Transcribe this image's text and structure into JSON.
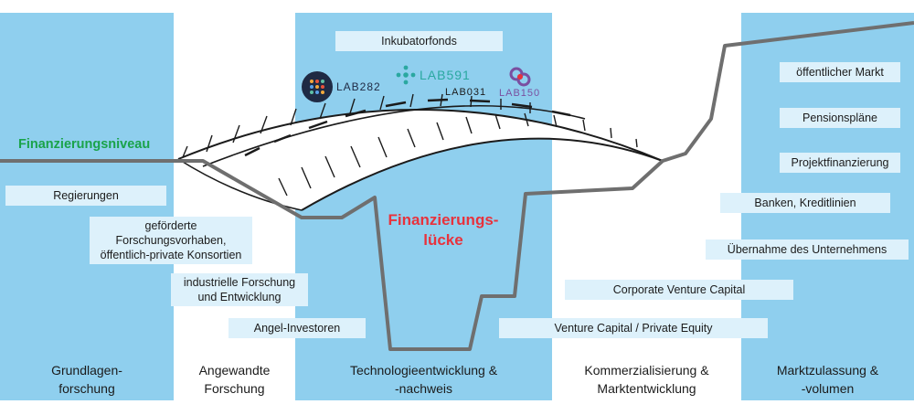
{
  "stages": [
    {
      "label": "Grundlagen-\nforschung"
    },
    {
      "label": "Angewandte\nForschung"
    },
    {
      "label": "Technologieentwicklung &\n-nachweis"
    },
    {
      "label": "Kommerzialisierung &\nMarktentwicklung"
    },
    {
      "label": "Marktzulassung &\n-volumen"
    }
  ],
  "funding_level_label": "Finanzierungsniveau",
  "gap_label": "Finanzierungs-\nlücke",
  "sources": {
    "regierungen": "Regierungen",
    "gefoerderte": "geförderte\nForschungsvorhaben,\nöffentlich-private Konsortien",
    "industrielle": "industrielle Forschung\nund Entwicklung",
    "angel": "Angel-Investoren",
    "inkubator": "Inkubatorfonds",
    "vc_pe": "Venture Capital / Private Equity",
    "cvc": "Corporate Venture Capital",
    "uebernahme": "Übernahme des Unternehmens",
    "banken": "Banken, Kreditlinien",
    "projekt": "Projektfinanzierung",
    "pension": "Pensionspläne",
    "markt": "öffentlicher Markt"
  },
  "logos": {
    "lab282": "LAB282",
    "lab591": "LAB591",
    "lab031": "LAB031",
    "lab150": "LAB150"
  },
  "colors": {
    "band": "#8fcfee",
    "box": "#ddf1fb",
    "line": "#6f6f6f",
    "gap": "#e8323c",
    "level": "#1aa34a"
  }
}
